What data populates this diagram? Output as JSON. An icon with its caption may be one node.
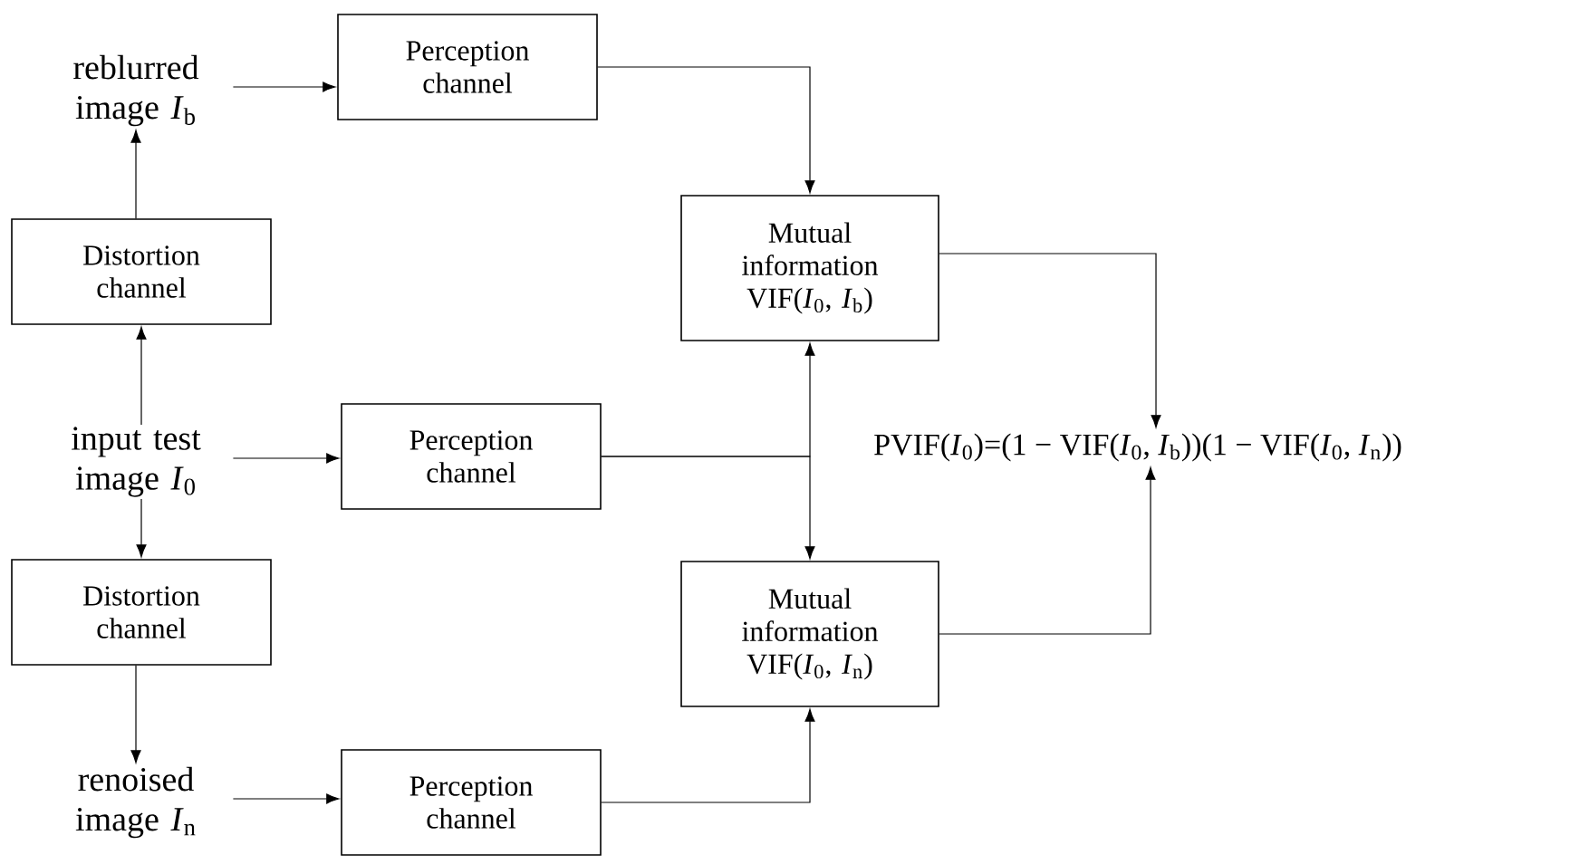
{
  "diagram": {
    "nodes": [
      {
        "text": [
          "reblurred image *I*$_{b}$"
        ]
      },
      {
        "text": [
          "Perception channel"
        ]
      },
      {
        "text": [
          "Distortion channel"
        ]
      },
      {
        "text": [
          "input test image *I*$_{0}$"
        ]
      },
      {
        "text": [
          "Perception channel"
        ]
      },
      {
        "text": [
          "Mutual information VIF(*I*$_{0}$, *I*$_{b}$)"
        ]
      },
      {
        "text": [
          "Distortion channel"
        ]
      },
      {
        "text": [
          "renoised image *I*$_{n}$"
        ]
      },
      {
        "text": [
          "Perception channel"
        ]
      },
      {
        "text": [
          "Mutual information VIF(*I*$_{0}$, *I*$_{n}$)"
        ]
      },
      {
        "text": [
          "PVIF(*I*$_{0}$)=(1 − VIF(*I*$_{0}$, *I*$_{b}$))(1 − VIF(*I*$_{0}$, *I*$_{n}$))"
        ]
      }
    ],
    "edges": [
      {
        "from": 0,
        "to": 1,
        "arrow": "to"
      },
      {
        "from": 2,
        "to": 0,
        "arrow": "to"
      },
      {
        "from": 3,
        "to": 2,
        "arrow": "to"
      },
      {
        "from": 3,
        "to": 4,
        "arrow": "to"
      },
      {
        "from": 3,
        "to": 6,
        "arrow": "to"
      },
      {
        "from": 6,
        "to": 7,
        "arrow": "to"
      },
      {
        "from": 7,
        "to": 8,
        "arrow": "to"
      },
      {
        "from": 1,
        "to": 5,
        "arrow": "to"
      },
      {
        "from": 4,
        "to": 5,
        "arrow": "to"
      },
      {
        "from": 4,
        "to": 9,
        "arrow": "to"
      },
      {
        "from": 8,
        "to": 9,
        "arrow": "to"
      },
      {
        "from": 5,
        "to": 10,
        "arrow": "to"
      },
      {
        "from": 9,
        "to": 10,
        "arrow": "to"
      }
    ]
  }
}
